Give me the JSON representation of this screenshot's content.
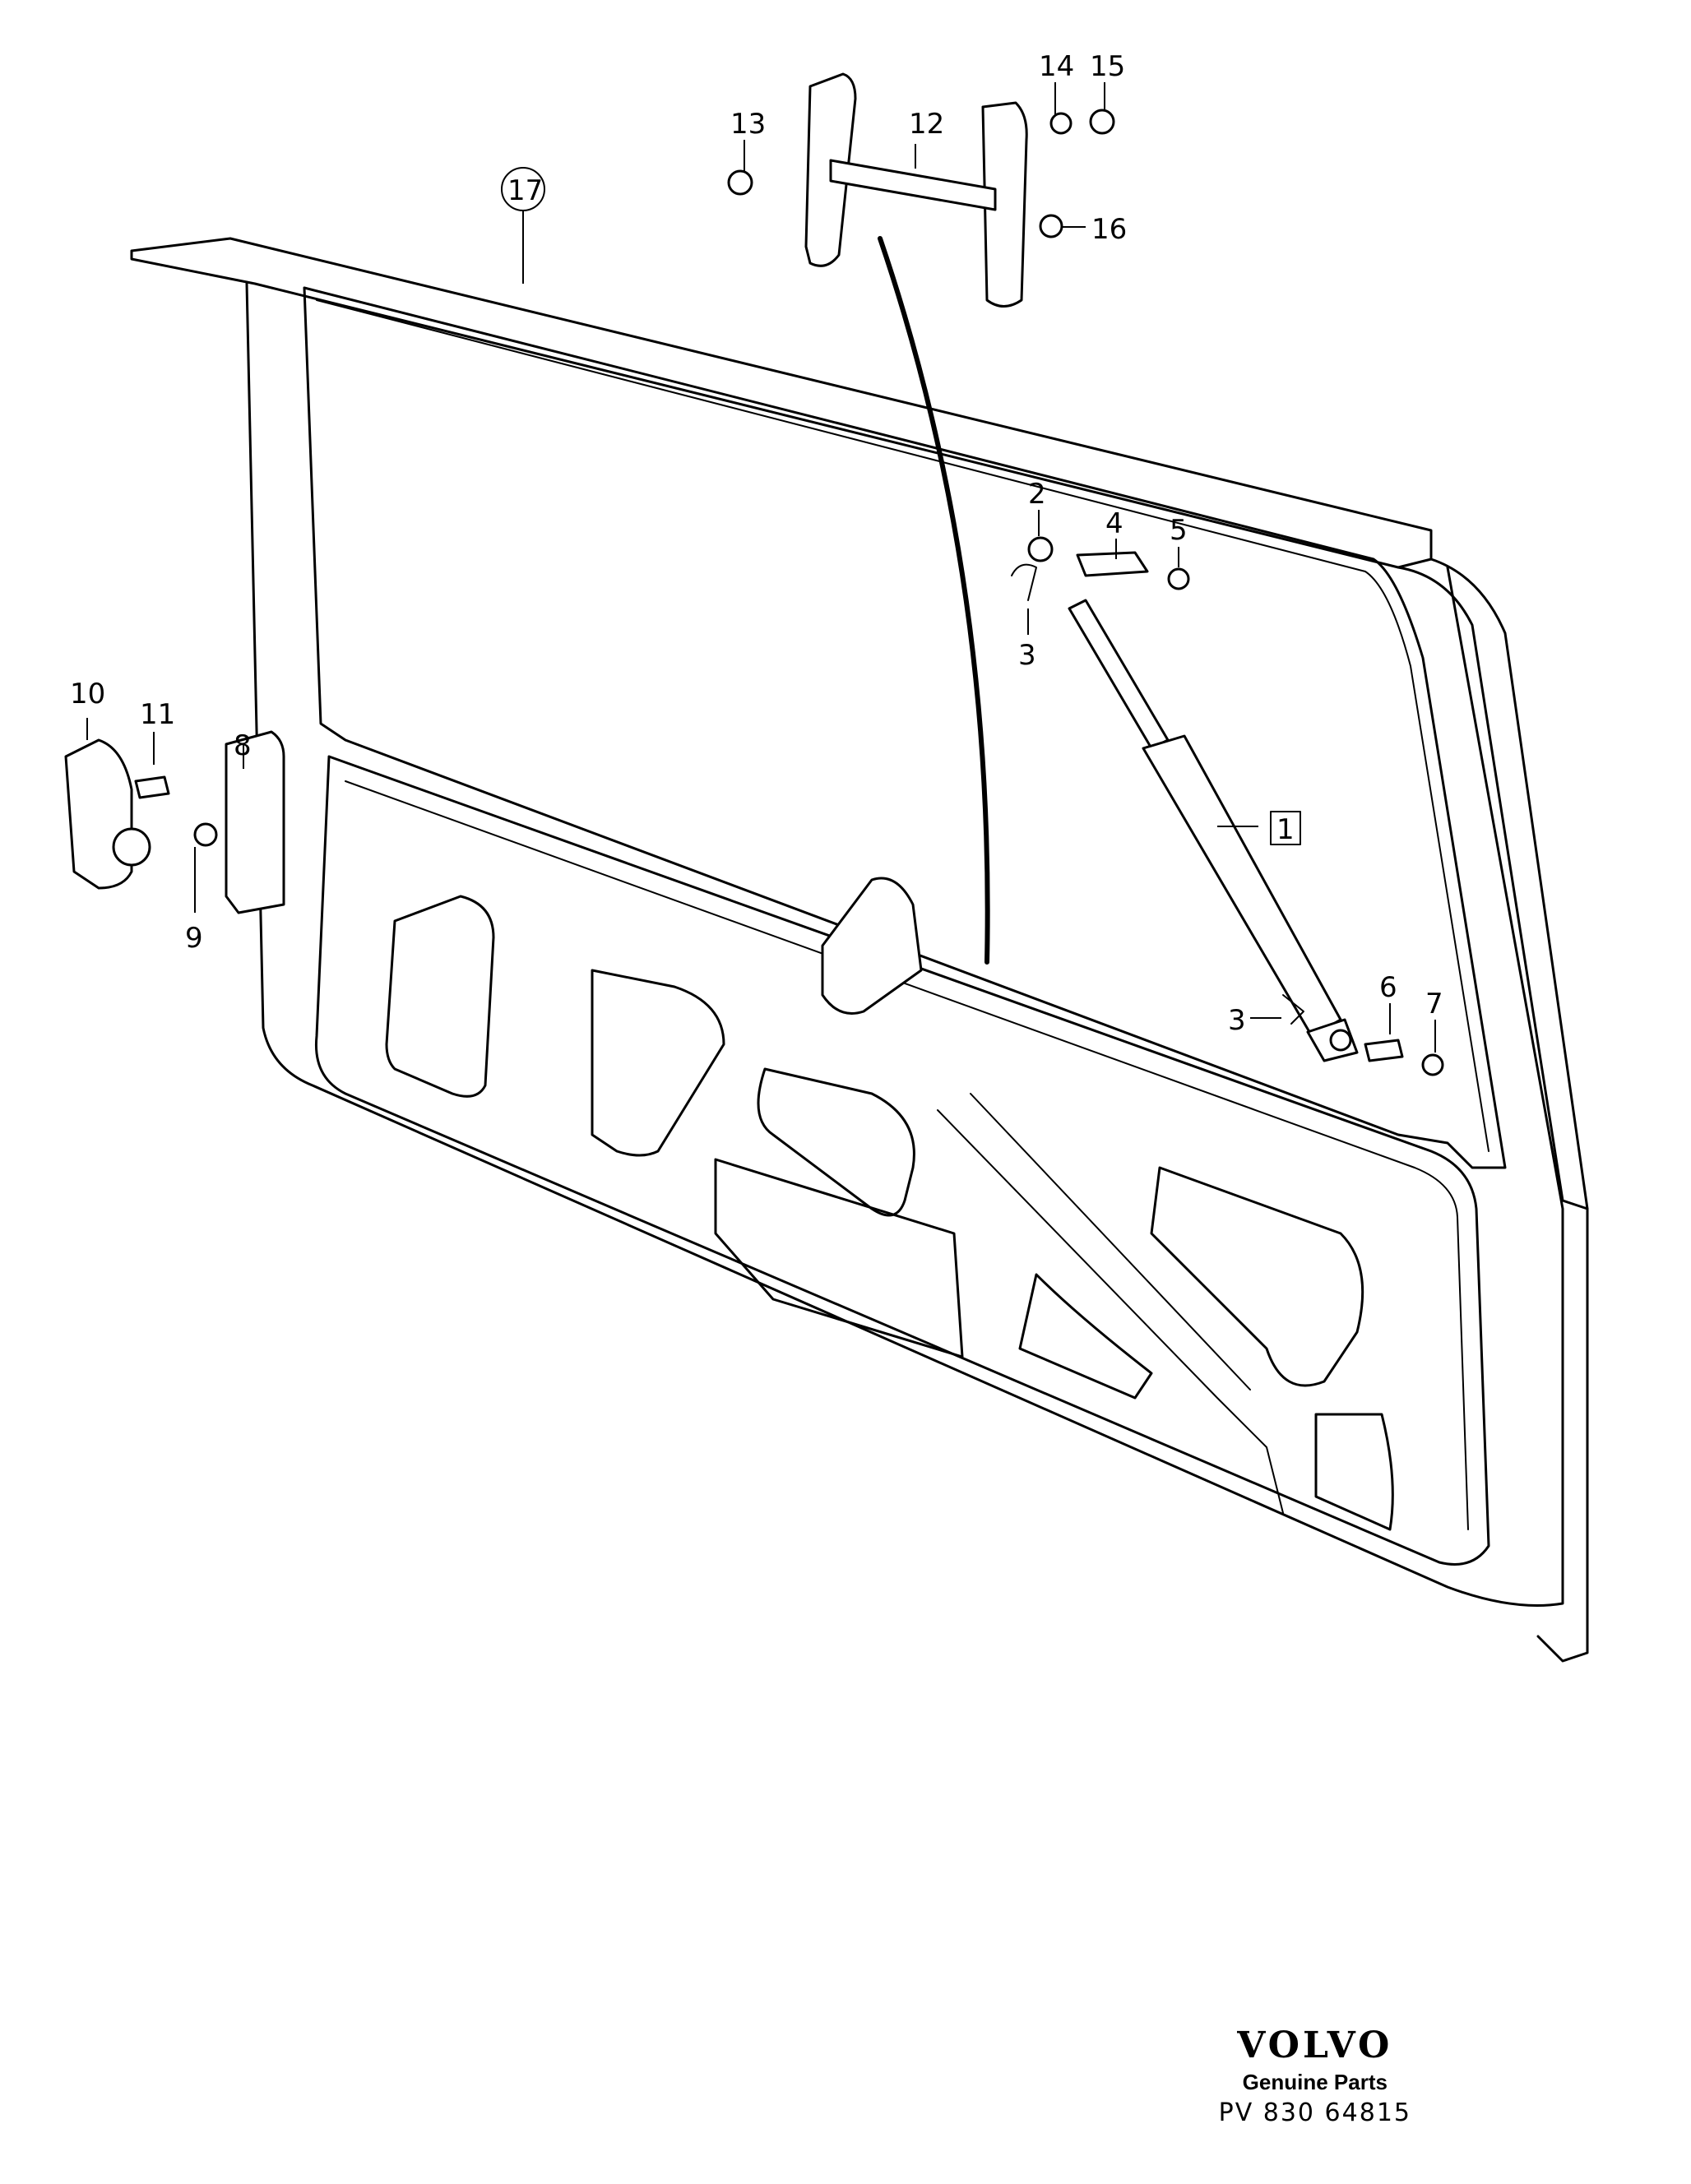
{
  "labels": {
    "l1": "1",
    "l2": "2",
    "l3a": "3",
    "l3b": "3",
    "l4": "4",
    "l5": "5",
    "l6": "6",
    "l7": "7",
    "l8": "8",
    "l9": "9",
    "l10": "10",
    "l11": "11",
    "l12": "12",
    "l13": "13",
    "l14": "14",
    "l15": "15",
    "l16": "16",
    "l17": "17"
  },
  "footer": {
    "brand": "VOLVO",
    "caption": "Genuine Parts",
    "code": "PV  830  64815"
  }
}
